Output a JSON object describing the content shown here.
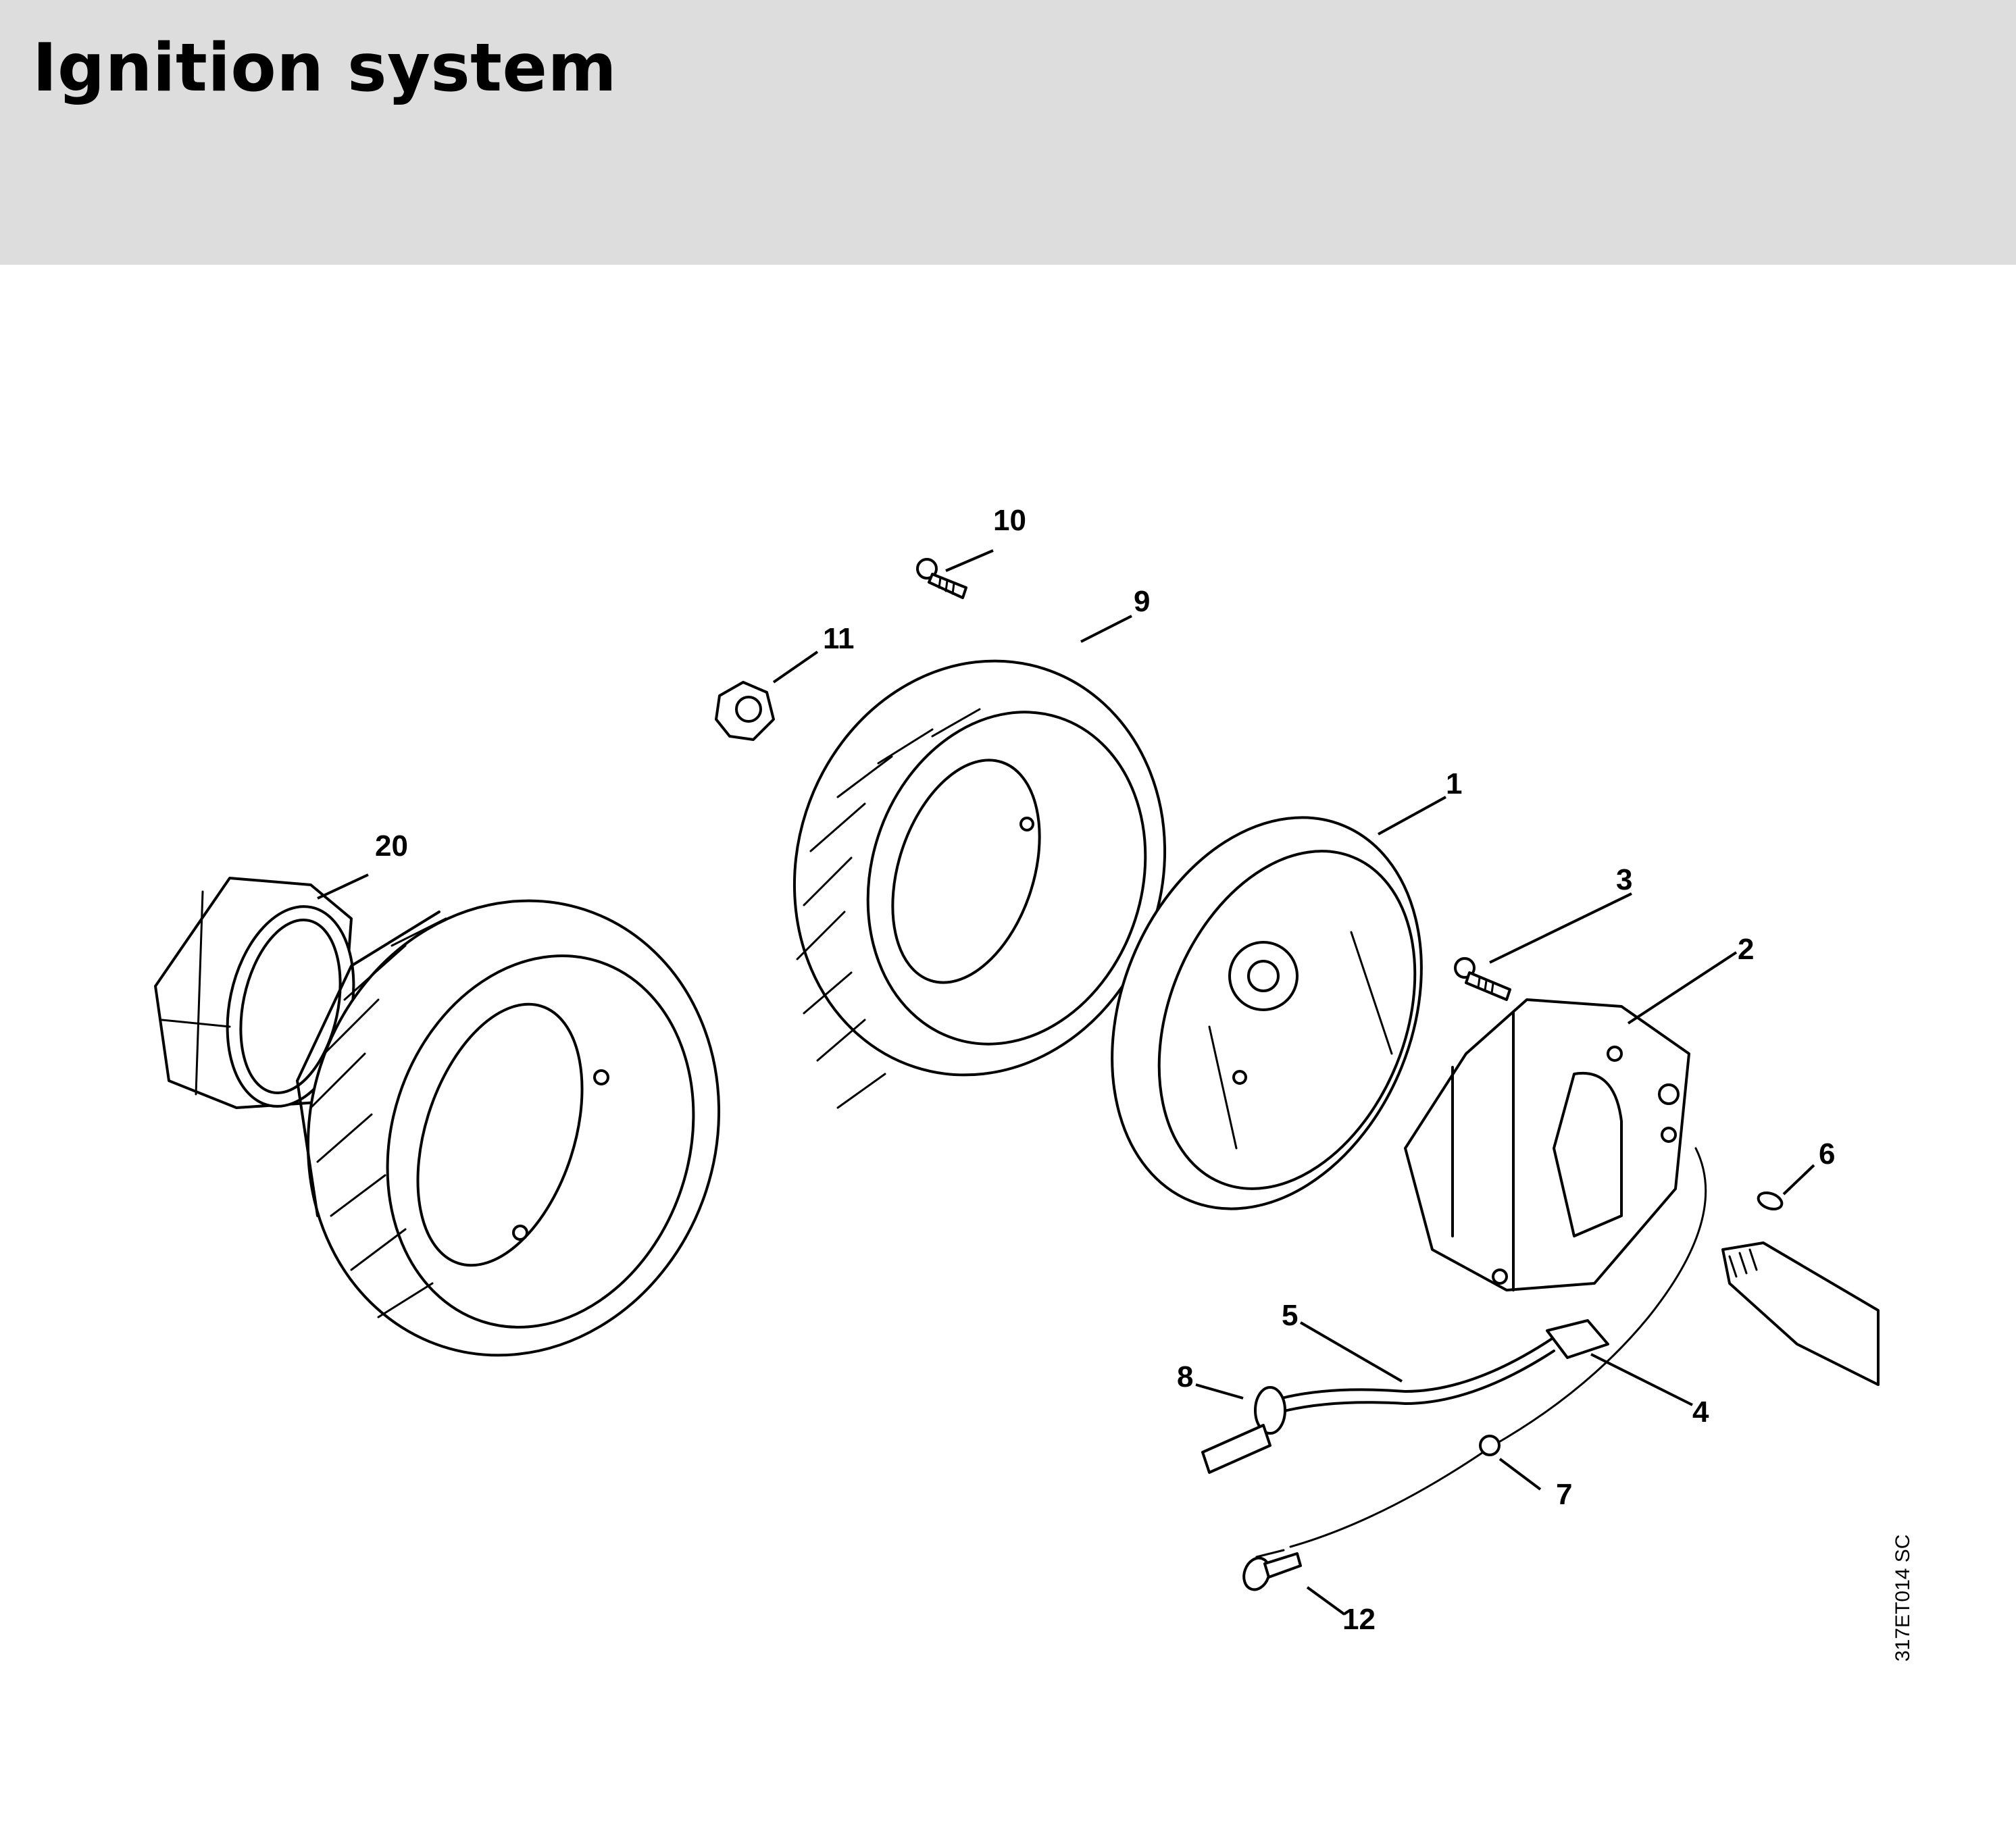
{
  "header": {
    "title": "Ignition system"
  },
  "diagram": {
    "callouts": [
      {
        "id": "c1",
        "label": "1"
      },
      {
        "id": "c2",
        "label": "2"
      },
      {
        "id": "c3",
        "label": "3"
      },
      {
        "id": "c4",
        "label": "4"
      },
      {
        "id": "c5",
        "label": "5"
      },
      {
        "id": "c6",
        "label": "6"
      },
      {
        "id": "c7",
        "label": "7"
      },
      {
        "id": "c8",
        "label": "8"
      },
      {
        "id": "c9",
        "label": "9"
      },
      {
        "id": "c10",
        "label": "10"
      },
      {
        "id": "c11",
        "label": "11"
      },
      {
        "id": "c12",
        "label": "12"
      },
      {
        "id": "c20",
        "label": "20"
      }
    ],
    "reference_code": "317ET014 SC"
  }
}
